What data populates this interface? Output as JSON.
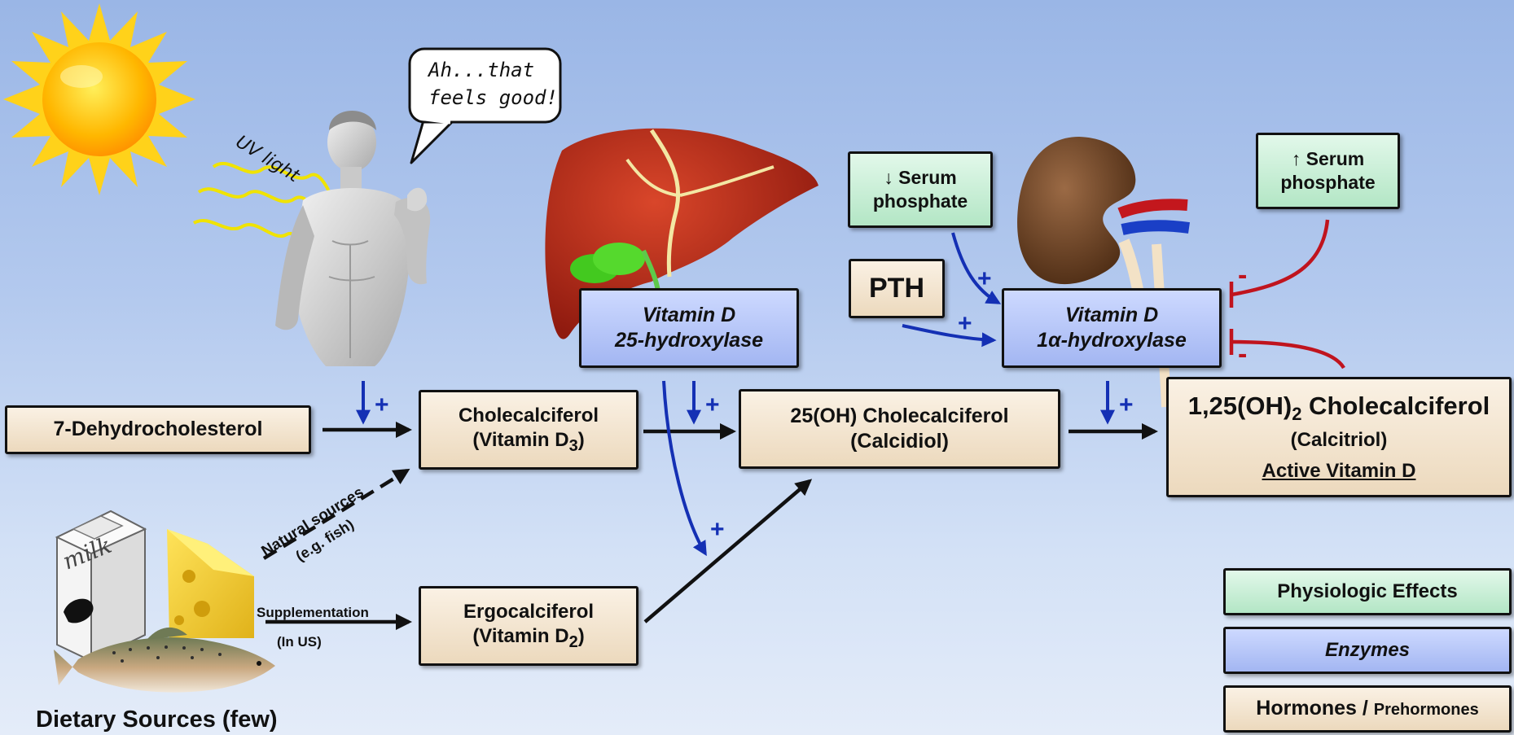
{
  "speech": {
    "line1": "Ah...that",
    "line2": "feels good!"
  },
  "labels": {
    "uv_light": "UV light",
    "natural_sources": "Natural sources",
    "eg_fish": "(e.g. fish)",
    "supplementation": "Supplementation",
    "in_us": "(In US)",
    "dietary_sources": "Dietary Sources (few)",
    "milk": "milk",
    "plus": "+",
    "minus": "-"
  },
  "boxes": {
    "dehydro": {
      "text": "7-Dehydrocholesterol"
    },
    "chole": {
      "line1": "Cholecalciferol",
      "line2": "(Vitamin D",
      "sub": "3",
      "line2_end": ")"
    },
    "ergo": {
      "line1": "Ergocalciferol",
      "line2": "(Vitamin D",
      "sub": "2",
      "line2_end": ")"
    },
    "calcidiol": {
      "line1": "25(OH) Cholecalciferol",
      "line2": "(Calcidiol)"
    },
    "calcitriol": {
      "line1_a": "1,25(OH)",
      "line1_sub": "2",
      "line1_b": " Cholecalciferol",
      "line2": "(Calcitriol)",
      "line3": "Active Vitamin D"
    },
    "hydroxylase25": {
      "line1": "Vitamin D",
      "line2": "25-hydroxylase"
    },
    "hydroxylase1a": {
      "line1": "Vitamin D",
      "line2": "1α-hydroxylase"
    },
    "pth": {
      "text": "PTH"
    },
    "low_phosphate": {
      "line1": "↓ Serum",
      "line2": "phosphate"
    },
    "high_phosphate": {
      "line1": "↑ Serum",
      "line2": "phosphate"
    }
  },
  "legend": {
    "effects": "Physiologic Effects",
    "enzymes": "Enzymes",
    "hormones_a": "Hormones / ",
    "hormones_b": "Prehormones"
  },
  "colors": {
    "hormone_fill": "#f5e6d0",
    "enzyme_fill": "#b8c6f8",
    "effect_fill": "#c8efd6",
    "stimulate": "#1430b4",
    "inhibit": "#c0141e",
    "arrow": "#111111"
  },
  "icons": [
    "sun-icon",
    "statue-icon",
    "liver-icon",
    "kidney-icon",
    "milk-carton-icon",
    "cheese-icon",
    "fish-icon",
    "speech-bubble-icon"
  ]
}
